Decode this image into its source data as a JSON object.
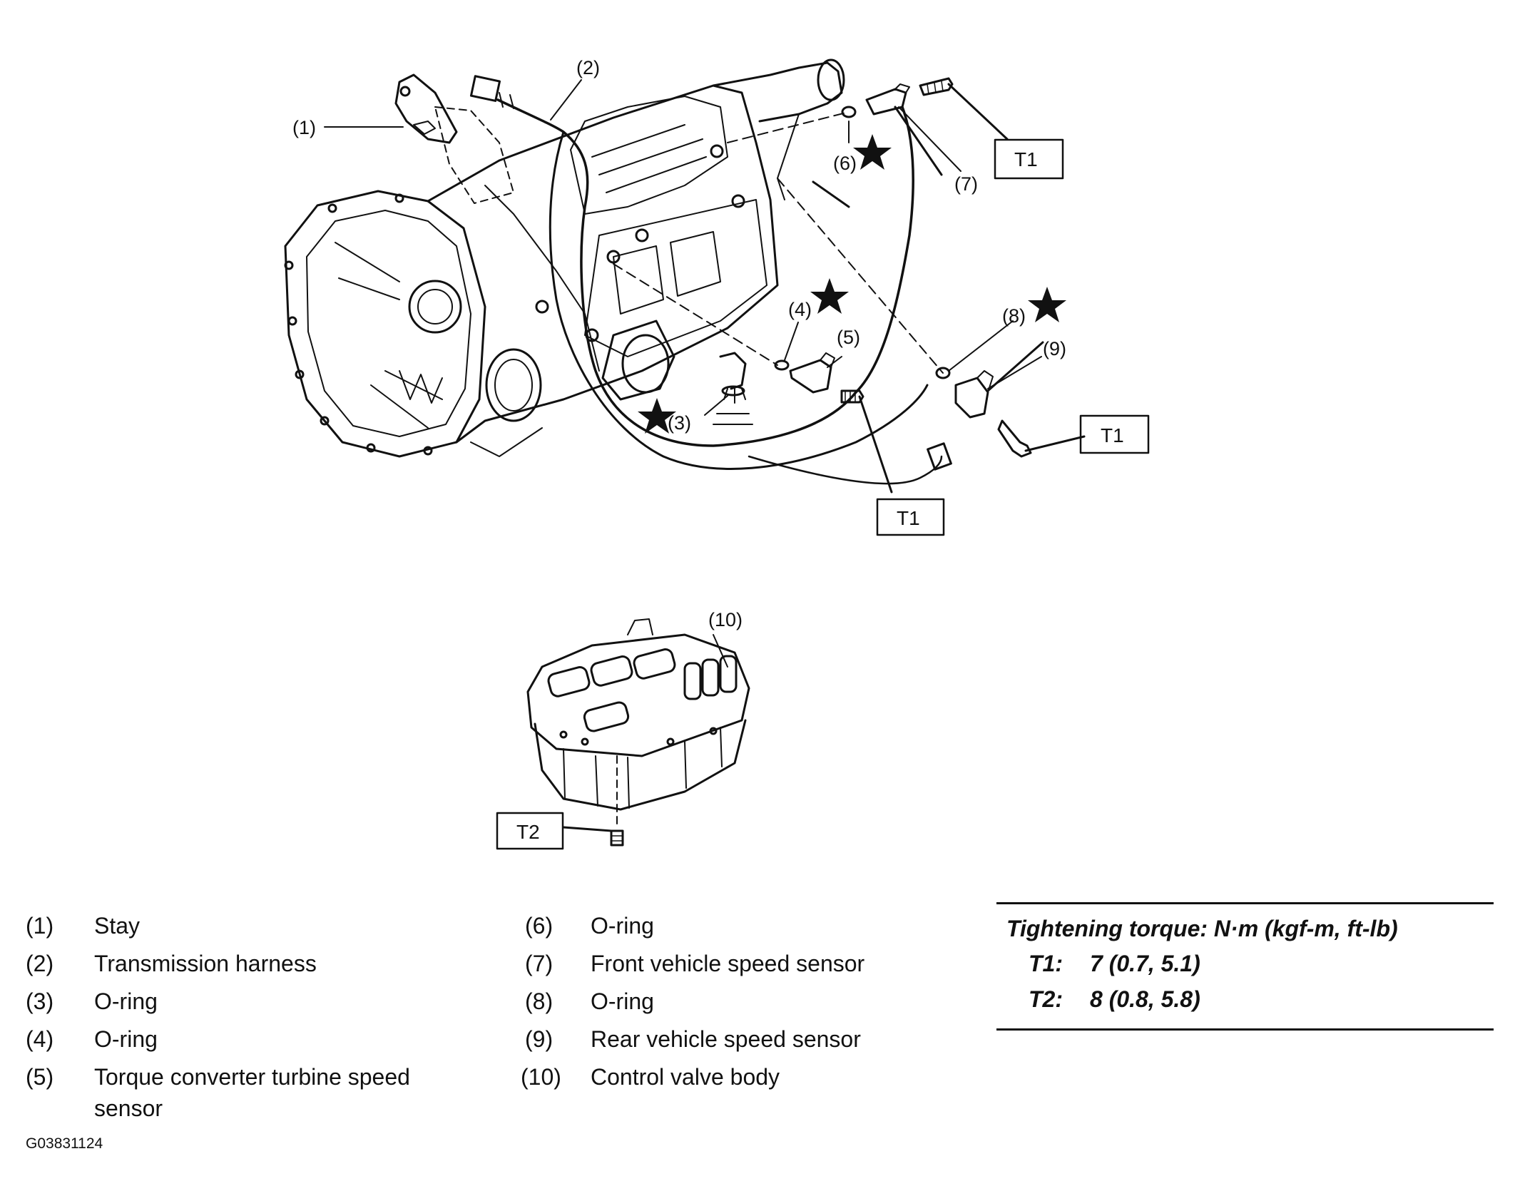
{
  "callouts": {
    "c1": "(1)",
    "c2": "(2)",
    "c3": "(3)",
    "c4": "(4)",
    "c5": "(5)",
    "c6": "(6)",
    "c7": "(7)",
    "c8": "(8)",
    "c9": "(9)",
    "c10": "(10)"
  },
  "torque_boxes": {
    "t1_a": "T1",
    "t1_b": "T1",
    "t1_c": "T1",
    "t2": "T2"
  },
  "legend": [
    {
      "num": "(1)",
      "label": "Stay"
    },
    {
      "num": "(2)",
      "label": "Transmission harness"
    },
    {
      "num": "(3)",
      "label": "O-ring"
    },
    {
      "num": "(4)",
      "label": "O-ring"
    },
    {
      "num": "(5)",
      "label": "Torque converter turbine speed sensor"
    },
    {
      "num": "(6)",
      "label": "O-ring"
    },
    {
      "num": "(7)",
      "label": "Front vehicle speed sensor"
    },
    {
      "num": "(8)",
      "label": "O-ring"
    },
    {
      "num": "(9)",
      "label": "Rear vehicle speed sensor"
    },
    {
      "num": "(10)",
      "label": "Control valve body"
    }
  ],
  "torque_spec": {
    "title": "Tightening torque: N·m (kgf-m, ft-lb)",
    "rows": [
      {
        "key": "T1:",
        "value": "7 (0.7, 5.1)"
      },
      {
        "key": "T2:",
        "value": "8 (0.8, 5.8)"
      }
    ]
  },
  "figure_id": "G03831124"
}
